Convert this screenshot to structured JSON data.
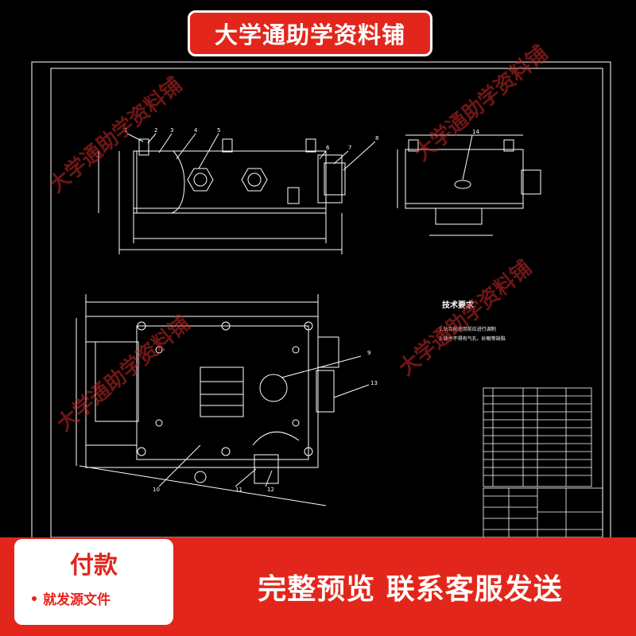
{
  "banner": {
    "title": "大学通助学资料铺"
  },
  "watermark": {
    "text": "大学通助学资料铺"
  },
  "drawing": {
    "part_numbers": [
      "1",
      "2",
      "3",
      "4",
      "5",
      "6",
      "7",
      "8",
      "9",
      "10",
      "11",
      "12",
      "13",
      "14"
    ],
    "tech_title": "技术要求",
    "tech_items": [
      "1.钻合前使用前应进行调制",
      "2.铸件不得有气孔、砂眼等缺陷"
    ]
  },
  "payment": {
    "title": "付款",
    "subtitle": "就发源文件"
  },
  "cta": {
    "text": "完整预览  联系客服发送"
  },
  "colors": {
    "brand_red": "#e3261b",
    "line": "#ffffff",
    "background": "#000000"
  }
}
